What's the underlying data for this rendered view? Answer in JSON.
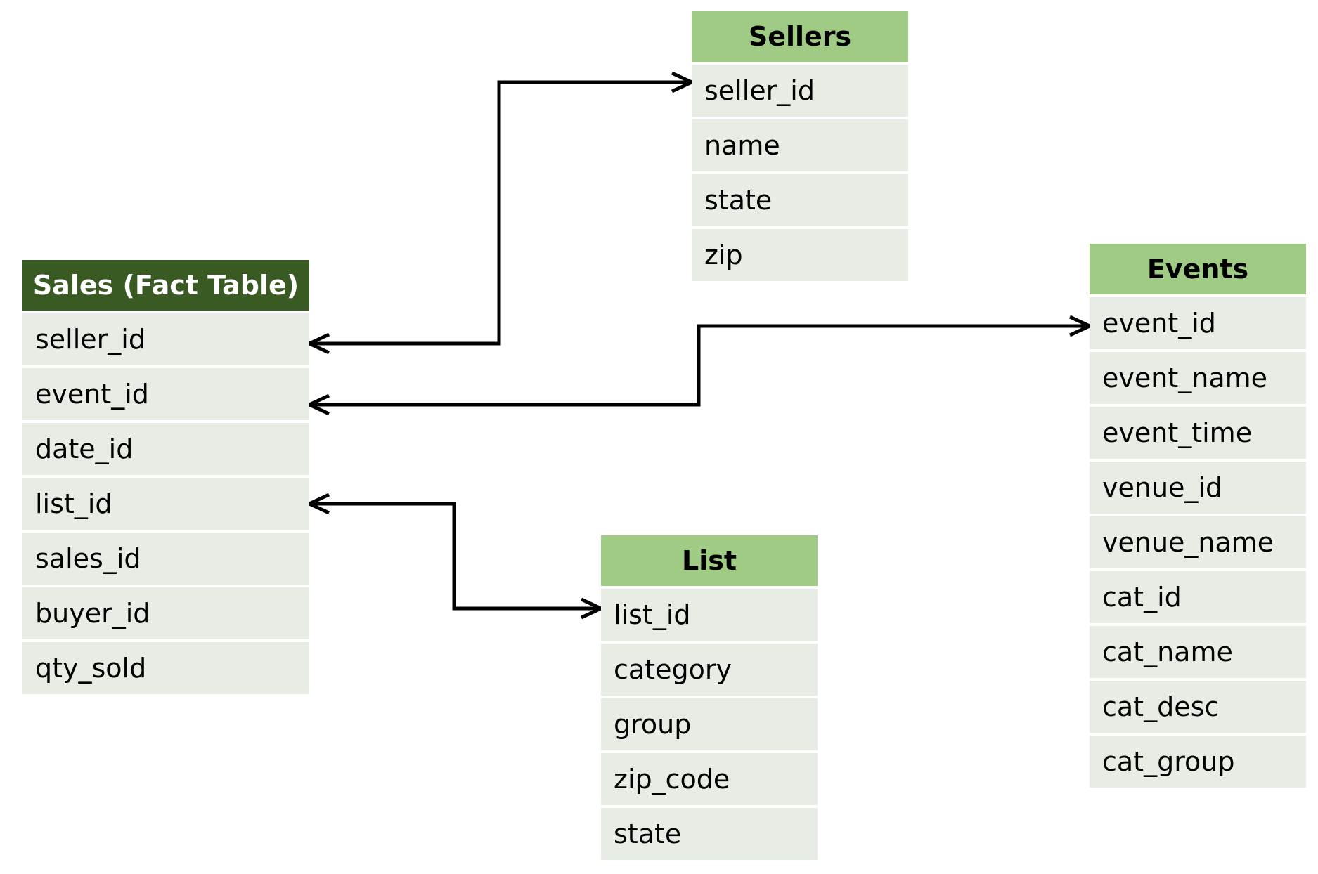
{
  "diagram": {
    "entities": {
      "sales": {
        "title": "Sales (Fact Table)",
        "fields": [
          "seller_id",
          "event_id",
          "date_id",
          "list_id",
          "sales_id",
          "buyer_id",
          "qty_sold"
        ]
      },
      "sellers": {
        "title": "Sellers",
        "fields": [
          "seller_id",
          "name",
          "state",
          "zip"
        ]
      },
      "events": {
        "title": "Events",
        "fields": [
          "event_id",
          "event_name",
          "event_time",
          "venue_id",
          "venue_name",
          "cat_id",
          "cat_name",
          "cat_desc",
          "cat_group"
        ]
      },
      "list": {
        "title": "List",
        "fields": [
          "list_id",
          "category",
          "group",
          "zip_code",
          "state"
        ]
      }
    },
    "relationships": [
      {
        "from": "sales.seller_id",
        "to": "sellers.seller_id"
      },
      {
        "from": "sales.event_id",
        "to": "events.event_id"
      },
      {
        "from": "sales.list_id",
        "to": "list.list_id"
      }
    ],
    "colors": {
      "fact_header": "#3a5a24",
      "dimension_header": "#9fcb85",
      "row_fill": "#e7ede4",
      "connector": "#000000"
    }
  }
}
